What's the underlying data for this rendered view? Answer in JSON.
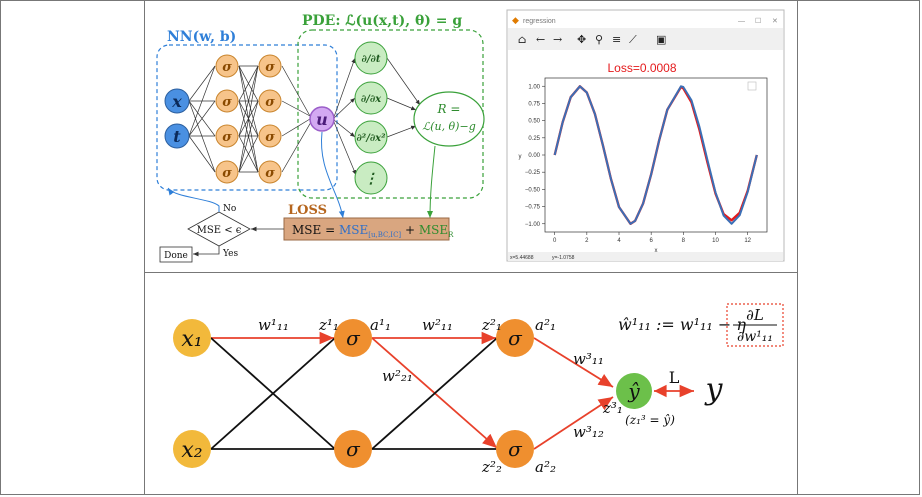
{
  "nn_diagram": {
    "nn_label": "NN(w, b)",
    "pde_label": "PDE: ℒ(u(x,t), θ) = g",
    "inputs": [
      "x",
      "t"
    ],
    "hidden_symbol": "σ",
    "output_symbol": "u",
    "derivative_ops": [
      "∂/∂t",
      "∂/∂x",
      "∂²/∂x²",
      "⋮"
    ],
    "residual_line1": "R =",
    "residual_line2": "ℒ(u, θ)−g",
    "loss_label": "LOSS",
    "mse_text_prefix": "MSE = ",
    "mse_term1": "MSE",
    "mse_term1_sub": "[u,BC,IC]",
    "mse_plus": " + ",
    "mse_term2": "MSE",
    "mse_term2_sub": "R",
    "decision_text": "MSE < ϵ",
    "no_label": "No",
    "yes_label": "Yes",
    "done_label": "Done"
  },
  "plot_window": {
    "title": "regression",
    "window_controls": [
      "—",
      "☐",
      "✕"
    ],
    "toolbar_icons": [
      "home-icon",
      "back-icon",
      "forward-icon",
      "pan-icon",
      "zoom-icon",
      "configure-icon",
      "edit-icon",
      "save-icon"
    ],
    "status_x": "x=5.44688",
    "status_y": "y=-1.0758",
    "colors": {
      "prediction": "#e41a1c",
      "target": "#3b6fb6"
    }
  },
  "chart_data": {
    "type": "line",
    "title": "Loss=0.0008",
    "xlabel": "x",
    "ylabel": "y",
    "xlim": [
      -0.6,
      13.2
    ],
    "ylim": [
      -1.12,
      1.12
    ],
    "xticks": [
      0,
      2,
      4,
      6,
      8,
      10,
      12
    ],
    "yticks": [
      1.0,
      0.75,
      0.5,
      0.25,
      0.0,
      -0.25,
      -0.5,
      -0.75,
      -1.0
    ],
    "ytick_labels": [
      "1.00",
      "0.75",
      "0.50",
      "0.25",
      "0.00",
      "−0.25",
      "−0.50",
      "−0.75",
      "−1.00"
    ],
    "grid": false,
    "series": [
      {
        "x": [
          0,
          0.5,
          1,
          1.5708,
          2,
          2.5,
          3,
          3.5,
          4,
          4.7124,
          5,
          5.5,
          6,
          6.5,
          7,
          7.854,
          8,
          8.5,
          9,
          9.5,
          10,
          10.5,
          11,
          11.5,
          12,
          12.566
        ],
        "y": [
          0,
          0.479,
          0.841,
          1.0,
          0.909,
          0.598,
          0.141,
          -0.351,
          -0.757,
          -1.0,
          -0.959,
          -0.706,
          -0.279,
          0.215,
          0.657,
          1.0,
          0.989,
          0.798,
          0.412,
          -0.075,
          -0.544,
          -0.88,
          -1.0,
          -0.875,
          -0.537,
          0.0
        ]
      },
      {
        "x": [
          0,
          0.5,
          1,
          1.5708,
          2,
          2.5,
          3,
          3.5,
          4,
          4.7124,
          5,
          5.5,
          6,
          6.5,
          7,
          7.854,
          8,
          8.5,
          9,
          9.5,
          10,
          10.5,
          11,
          11.5,
          12,
          12.566
        ],
        "y": [
          0,
          0.479,
          0.841,
          1.0,
          0.909,
          0.598,
          0.141,
          -0.351,
          -0.757,
          -1.0,
          -0.959,
          -0.706,
          -0.279,
          0.215,
          0.657,
          0.99,
          0.97,
          0.77,
          0.37,
          -0.11,
          -0.56,
          -0.86,
          -0.95,
          -0.84,
          -0.52,
          0.0
        ]
      }
    ]
  },
  "backprop_diagram": {
    "inputs": [
      "x₁",
      "x₂"
    ],
    "hidden_symbol": "σ",
    "output_symbol": "ŷ",
    "target_symbol": "y",
    "loss_arrow_label": "L",
    "output_note": "(z₁³ = ŷ)",
    "update_rule_lhs": "ŵ¹₁₁ := w¹₁₁ − η",
    "update_rule_num": "∂L",
    "update_rule_den": "∂w¹₁₁",
    "weight_labels": [
      "w¹₁₁",
      "w²₁₁",
      "w²₂₁",
      "w³₁₁",
      "w³₁₂"
    ],
    "z_labels": [
      "z¹₁",
      "z²₁",
      "z³₁",
      "z²₂"
    ],
    "a_labels": [
      "a¹₁",
      "a²₁",
      "a²₂"
    ],
    "colors": {
      "input": "#f2b93b",
      "hidden": "#ef8f2f",
      "output": "#6cc04a",
      "highlight": "#e8412b"
    }
  }
}
